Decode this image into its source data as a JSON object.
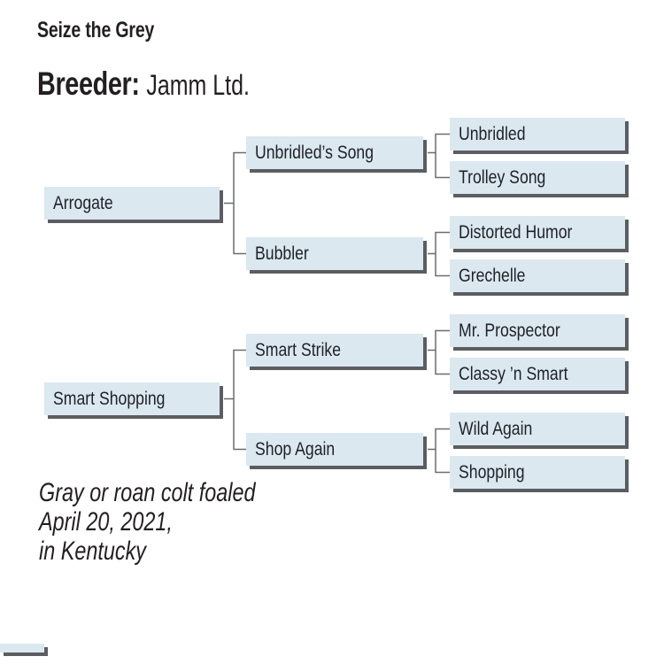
{
  "horse": {
    "name": "Seize the Grey"
  },
  "breeder": {
    "label": "Breeder:",
    "value": "Jamm Ltd."
  },
  "pedigree": {
    "sire": {
      "name": "Arrogate",
      "sire": {
        "name": "Unbridled’s Song",
        "sire": {
          "name": "Unbridled"
        },
        "dam": {
          "name": "Trolley Song"
        }
      },
      "dam": {
        "name": "Bubbler",
        "sire": {
          "name": "Distorted Humor"
        },
        "dam": {
          "name": "Grechelle"
        }
      }
    },
    "dam": {
      "name": "Smart Shopping",
      "sire": {
        "name": "Smart Strike",
        "sire": {
          "name": "Mr. Prospector"
        },
        "dam": {
          "name": "Classy ’n Smart"
        }
      },
      "dam": {
        "name": "Shop Again",
        "sire": {
          "name": "Wild Again"
        },
        "dam": {
          "name": "Shopping"
        }
      }
    }
  },
  "foaling_note": {
    "lines": [
      "Gray or roan colt foaled",
      "April 20, 2021,",
      "in Kentucky"
    ]
  },
  "colors": {
    "node_fill": "#dbe8f0",
    "node_shadow": "#5c5d61",
    "connector_line": "#6a6c70",
    "text": "#231f20",
    "background": "#ffffff"
  }
}
